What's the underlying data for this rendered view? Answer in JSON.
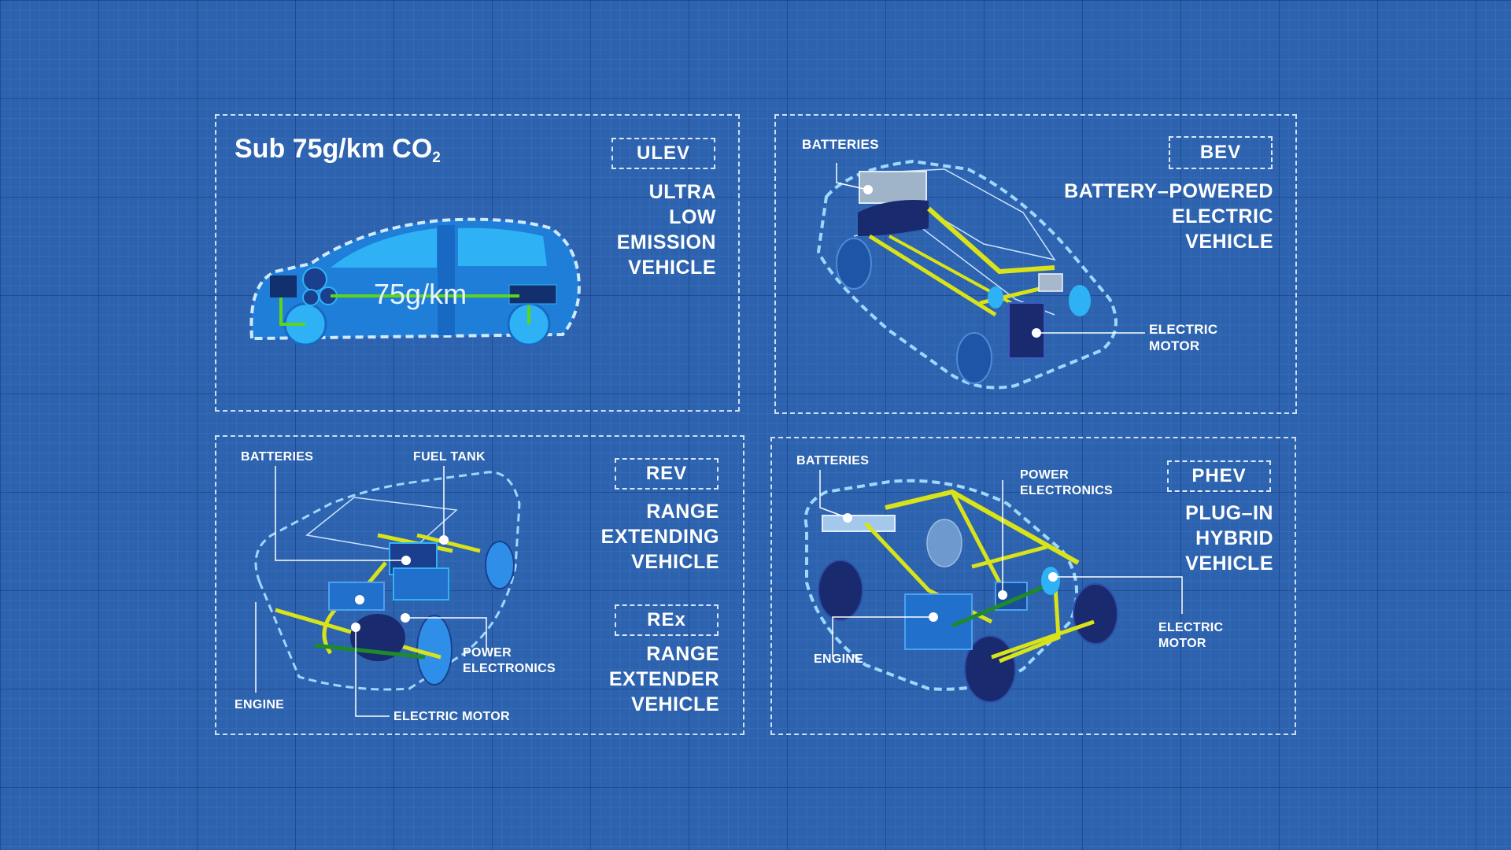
{
  "ulev": {
    "title_prefix": "Sub 75g/km CO",
    "title_sub": "2",
    "tag": "ULEV",
    "desc": [
      "ULTRA",
      "LOW",
      "EMISSION",
      "VEHICLE"
    ],
    "car_metric": "75g/km"
  },
  "bev": {
    "tag": "BEV",
    "desc": [
      "BATTERY–POWERED",
      "ELECTRIC",
      "VEHICLE"
    ],
    "labels": {
      "batteries": "BATTERIES",
      "electric_motor": [
        "ELECTRIC",
        "MOTOR"
      ]
    }
  },
  "rev": {
    "tag": "REV",
    "desc": [
      "RANGE",
      "EXTENDING",
      "VEHICLE"
    ],
    "tag2": "REx",
    "desc2": [
      "RANGE",
      "EXTENDER",
      "VEHICLE"
    ],
    "labels": {
      "batteries": "BATTERIES",
      "fuel_tank": "FUEL TANK",
      "power_electronics": [
        "POWER",
        "ELECTRONICS"
      ],
      "engine": "ENGINE",
      "electric_motor": "ELECTRIC MOTOR"
    }
  },
  "phev": {
    "tag": "PHEV",
    "desc": [
      "PLUG–IN",
      "HYBRID",
      "VEHICLE"
    ],
    "labels": {
      "batteries": "BATTERIES",
      "power_electronics": [
        "POWER",
        "ELECTRONICS"
      ],
      "electric_motor": [
        "ELECTRIC",
        "MOTOR"
      ],
      "engine": "ENGINE"
    }
  },
  "colors": {
    "background": "#2d63ae",
    "car_body": "#1f7fd8",
    "car_highlight": "#2fb2f5",
    "drivetrain": "#e2e81a",
    "components_dark": "#1a2a6e",
    "outline": "#bfe4ff"
  }
}
